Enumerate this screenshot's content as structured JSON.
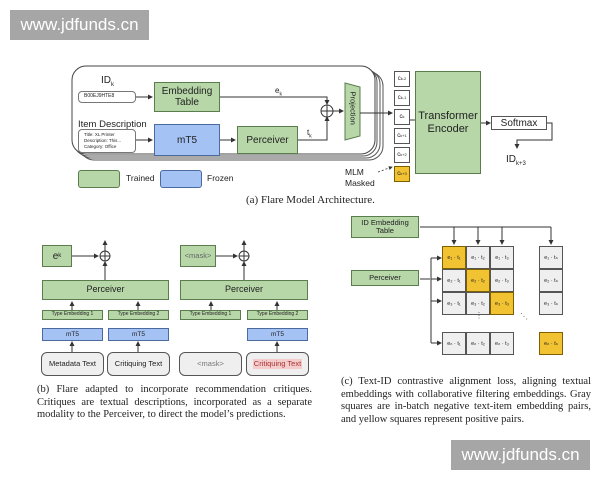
{
  "watermarks": {
    "top": "www.jdfunds.cn",
    "bottom": "www.jdfunds.cn"
  },
  "figure_a": {
    "id_label": "ID",
    "id_sub": "k",
    "id_value": "B00EJ9HTE8",
    "item_description_label": "Item Description",
    "item_description_lines": [
      "Title: XL Printer",
      "Description: This...",
      "Category: Office"
    ],
    "embedding_table": "Embedding Table",
    "mt5": "mT5",
    "perceiver": "Perceiver",
    "e_label": "e",
    "e_sub": "k",
    "t_label": "t",
    "t_sub": "k",
    "projection": "Projection",
    "tokens": [
      {
        "base": "c",
        "sub": "k-2"
      },
      {
        "base": "c",
        "sub": "k-1"
      },
      {
        "base": "c",
        "sub": "k"
      },
      {
        "base": "c",
        "sub": "k+1"
      },
      {
        "base": "c",
        "sub": "k+2"
      },
      {
        "base": "c",
        "sub": "k+3"
      }
    ],
    "transformer": "Transformer Encoder",
    "softmax": "Softmax",
    "output_id": "ID",
    "output_sub": "k+3",
    "mlm_label": "MLM Masked",
    "legend": {
      "trained": "Trained",
      "frozen": "Frozen"
    },
    "caption": "(a) Flare Model Architecture."
  },
  "figure_b": {
    "left": {
      "top_box": "e",
      "top_sub": "k",
      "perceiver": "Perceiver",
      "type_emb_1": "Type Embedding 1",
      "type_emb_2": "Type Embedding 2",
      "mt5_1": "mT5",
      "mt5_2": "mT5",
      "input_1": "Metadata Text",
      "input_2": "Critiquing Text"
    },
    "right": {
      "top_box": "<mask>",
      "perceiver": "Perceiver",
      "type_emb_1": "Type Embedding 1",
      "type_emb_2": "Type Embedding 2",
      "mt5_2": "mT5",
      "input_1": "<mask>",
      "input_2": "Critiquing Text"
    },
    "caption": "(b) Flare adapted to incorporate recommendation critiques. Critiques are textual descriptions, incorporated as a separate modality to the Perceiver, to direct the model’s predictions."
  },
  "figure_c": {
    "id_embedding_table": "ID Embedding Table",
    "perceiver": "Perceiver",
    "rows": [
      [
        {
          "t": "e₁ · t₁",
          "pos": true
        },
        {
          "t": "e₁ · t₂",
          "pos": false
        },
        {
          "t": "e₁ · t₃",
          "pos": false
        }
      ],
      [
        {
          "t": "e₂ · t₁",
          "pos": false
        },
        {
          "t": "e₂ · t₂",
          "pos": true
        },
        {
          "t": "e₂ · t₃",
          "pos": false
        }
      ],
      [
        {
          "t": "e₃ · t₁",
          "pos": false
        },
        {
          "t": "e₃ · t₂",
          "pos": false
        },
        {
          "t": "e₃ · t₃",
          "pos": true
        }
      ]
    ],
    "last_col": [
      {
        "t": "e₁ · tₙ",
        "pos": false
      },
      {
        "t": "e₂ · tₙ",
        "pos": false
      },
      {
        "t": "e₃ · tₙ",
        "pos": false
      }
    ],
    "last_row": [
      {
        "t": "eₙ · t₁",
        "pos": false
      },
      {
        "t": "eₙ · t₂",
        "pos": false
      },
      {
        "t": "eₙ · t₃",
        "pos": false
      }
    ],
    "corner": {
      "t": "eₙ · tₙ",
      "pos": true
    },
    "vdots": "⋮",
    "ddots": "⋱",
    "caption": "(c) Text-ID contrastive alignment loss, aligning textual embeddings with collaborative filtering embeddings. Gray squares are in-batch negative text-item embedding pairs, and yellow squares represent positive pairs."
  }
}
